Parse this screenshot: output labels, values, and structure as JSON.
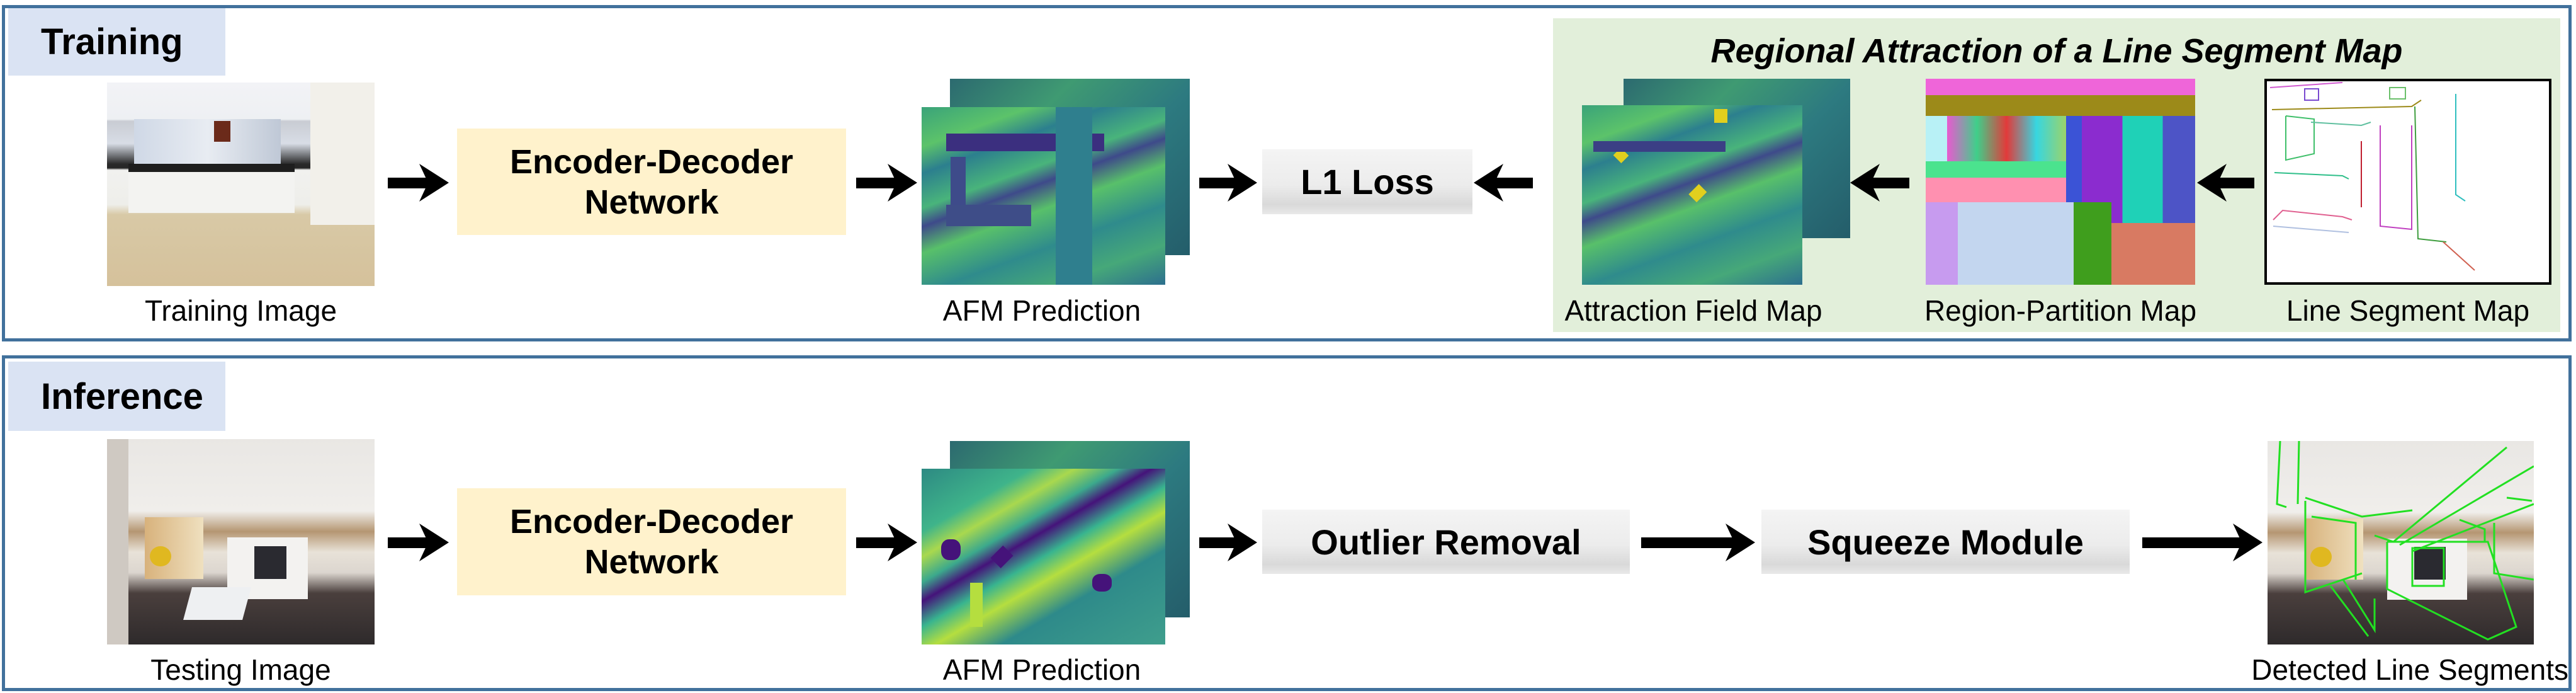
{
  "training": {
    "title": "Training",
    "image_caption": "Training Image",
    "network_label_line1": "Encoder-Decoder",
    "network_label_line2": "Network",
    "afm_caption": "AFM Prediction",
    "loss_label": "L1 Loss",
    "regional_attraction": {
      "title": "Regional Attraction of a Line Segment Map",
      "attraction_field_caption": "Attraction Field Map",
      "region_partition_caption": "Region-Partition Map",
      "line_segment_caption": "Line Segment Map"
    }
  },
  "inference": {
    "title": "Inference",
    "image_caption": "Testing Image",
    "network_label_line1": "Encoder-Decoder",
    "network_label_line2": "Network",
    "afm_caption": "AFM Prediction",
    "outlier_label": "Outlier Removal",
    "squeeze_label": "Squeeze Module",
    "output_caption": "Detected Line Segments"
  },
  "colors": {
    "panel_border": "#41719c",
    "title_box": "#dae3f3",
    "network_box": "#fff2cc",
    "regional_panel": "#e2efda",
    "detected_lines": "#22e022"
  }
}
